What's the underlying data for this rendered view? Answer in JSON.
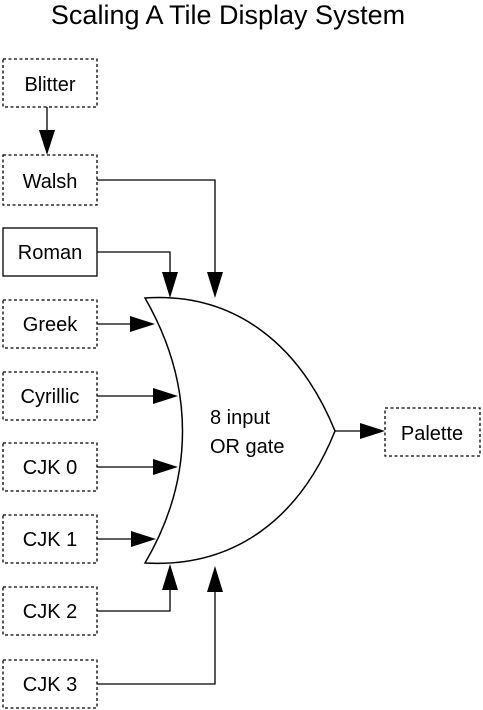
{
  "title": "Scaling A Tile Display System",
  "nodes": {
    "blitter": "Blitter",
    "walsh": "Walsh",
    "roman": "Roman",
    "greek": "Greek",
    "cyrillic": "Cyrillic",
    "cjk0": "CJK 0",
    "cjk1": "CJK 1",
    "cjk2": "CJK 2",
    "cjk3": "CJK 3",
    "palette": "Palette"
  },
  "gate": {
    "line1": "8 input",
    "line2": "OR gate"
  }
}
